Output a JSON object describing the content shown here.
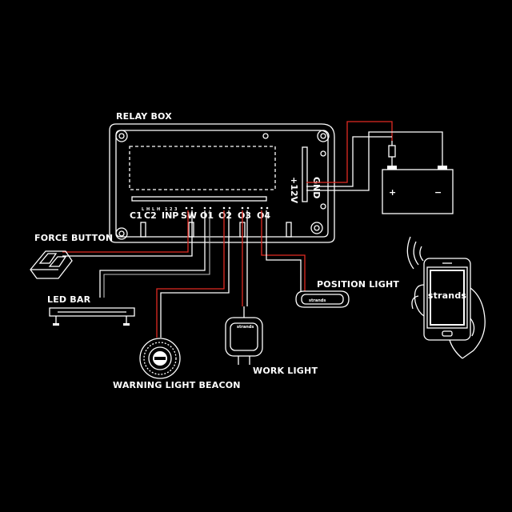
{
  "diagram": {
    "relay_box": {
      "label": "RELAY BOX"
    },
    "terminals": {
      "row1": [
        "L",
        "H",
        "L",
        "H",
        "1",
        "2",
        "3"
      ],
      "c1": "C1",
      "c2": "C2",
      "inp": "INP",
      "sw": "SW",
      "o1": "O1",
      "o2": "O2",
      "o3": "O3",
      "o4": "O4"
    },
    "power_terminals": {
      "pos": "+12V",
      "neg": "GND"
    },
    "battery": {
      "plus": "+",
      "minus": "−"
    },
    "devices": {
      "force_button": "FORCE BUTTON",
      "led_bar": "LED BAR",
      "warning_light_beacon": "WARNING LIGHT BEACON",
      "work_light": "WORK LIGHT",
      "position_light": "POSITION LIGHT"
    },
    "brand": {
      "name": "strands",
      "name_small": "strands"
    },
    "colors": {
      "background": "#000000",
      "line": "#ffffff",
      "positive_wire": "#e12a22",
      "ground_wire": "#bfbfbf"
    }
  }
}
